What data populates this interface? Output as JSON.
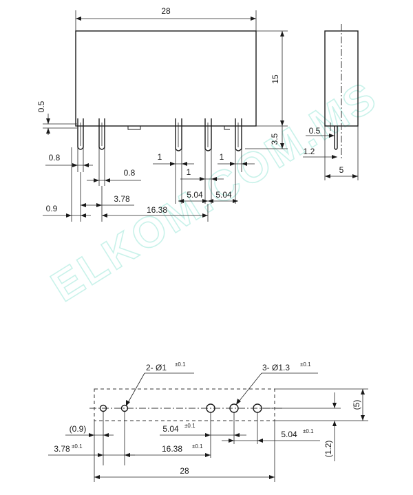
{
  "watermark": "ELKOM.COM.MS",
  "side_view": {
    "dim_width": "28",
    "dim_height": "15",
    "dim_pin_length": "3.5",
    "dim_standoff": "0.5",
    "dim_pin_w_left": "0.8",
    "dim_pin_w_left2": "0.8",
    "dim_pin_w_mid": "1",
    "dim_pin_w_mid2": "1",
    "dim_pin_w_right": "1",
    "dim_pitch_1": "5.04",
    "dim_pitch_2": "5.04",
    "dim_offset": "0.9",
    "dim_pitch_small": "3.78",
    "dim_span": "16.38"
  },
  "end_view": {
    "dim_standoff": "0.5",
    "dim_pin": "1.2",
    "dim_width": "5"
  },
  "footprint": {
    "hole_label_small": "2- Ø1",
    "hole_label_small_tol": "±0.1",
    "hole_label_large": "3- Ø1.3",
    "hole_label_large_tol": "±0.1",
    "dim_offset": "(0.9)",
    "dim_pitch_a": "5.04",
    "dim_pitch_a_tol": "±0.1",
    "dim_pitch_b": "5.04",
    "dim_pitch_b_tol": "±0.1",
    "dim_small_pitch": "3.78",
    "dim_small_pitch_tol": "±0.1",
    "dim_span": "16.38",
    "dim_span_tol": "±0.1",
    "dim_width": "28",
    "dim_depth": "(5)",
    "dim_row_offset": "(1.2)"
  }
}
